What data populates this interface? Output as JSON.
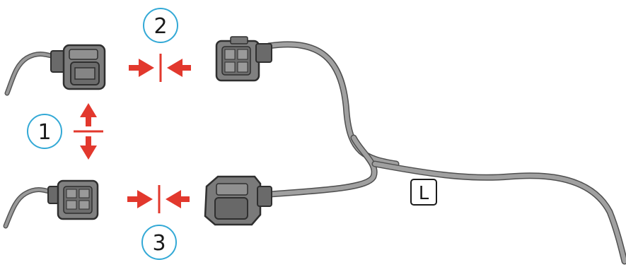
{
  "step_labels": [
    {
      "number": "1",
      "action": "disconnect"
    },
    {
      "number": "2",
      "action": "connect"
    },
    {
      "number": "3",
      "action": "connect"
    }
  ],
  "harness_tag": "L",
  "colors": {
    "arrow": "#e2382d",
    "circle_stroke": "#33a9d6",
    "cable": "#8a8a8a",
    "connector": "#7a7a7a",
    "connector_dark": "#5c5c5c"
  },
  "icons": {
    "split": "separate-arrows-icon",
    "join": "join-arrows-icon"
  }
}
